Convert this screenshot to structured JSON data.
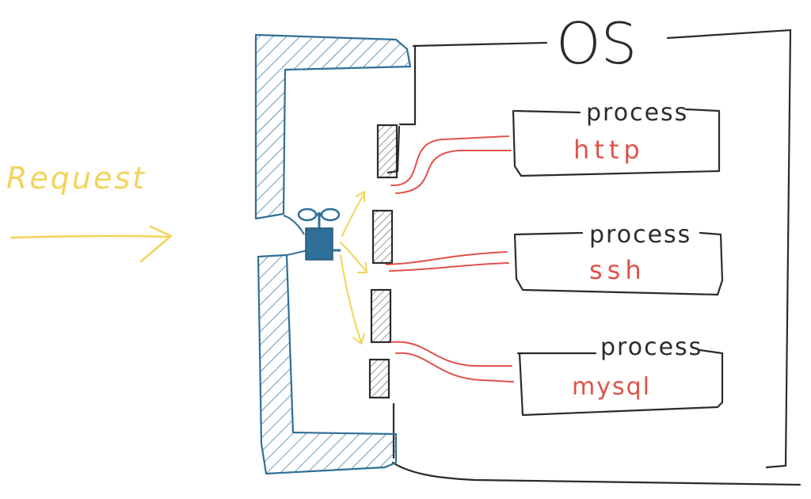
{
  "colors": {
    "background": "#ffffff",
    "ink": "#2b2b2b",
    "blue": "#2f6f98",
    "blue_fill": "#2f6f98",
    "red": "#e0524a",
    "yellow": "#f2d45a",
    "port_hatch": "#555555"
  },
  "diagram": {
    "request_label": "Request",
    "os_label": "OS",
    "processes": [
      {
        "title": "process",
        "service": "http"
      },
      {
        "title": "process",
        "service": "ssh"
      },
      {
        "title": "process",
        "service": "mysql"
      }
    ],
    "icons": {
      "firewall": "hatched-wall",
      "router": "fan-device-icon",
      "port": "hatched-port",
      "request_arrow": "arrow-right-icon"
    }
  }
}
